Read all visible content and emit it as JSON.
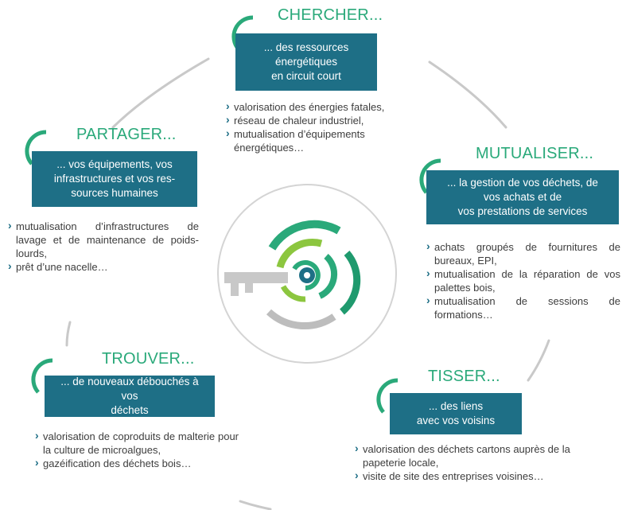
{
  "colors": {
    "green": "#2aa97a",
    "teal": "#1e6f86",
    "grey": "#c8c8c8"
  },
  "sections": {
    "chercher": {
      "title": "CHERCHER...",
      "box_lines": [
        "... des ressources",
        "énergétiques",
        "en circuit court"
      ],
      "items": [
        "valorisation des énergies fatales,",
        "réseau de chaleur industriel,",
        "mutualisation d’équipements énergétiques…"
      ]
    },
    "partager": {
      "title": "PARTAGER...",
      "box_lines": [
        "... vos équipements, vos",
        "infrastructures et vos res-",
        "sources humaines"
      ],
      "items": [
        "mutualisation d’infrastructures de lavage et de maintenance de poids-lourds,",
        "prêt d’une nacelle…"
      ]
    },
    "mutualiser": {
      "title": "MUTUALISER...",
      "box_lines": [
        "... la gestion de vos déchets, de",
        "vos achats et de",
        "vos prestations de services"
      ],
      "items": [
        "achats groupés de fournitures de bureaux, EPI,",
        "mutualisation de la réparation de vos palettes bois,",
        "mutualisation de sessions de formations…"
      ]
    },
    "trouver": {
      "title": "TROUVER...",
      "box_lines": [
        "... de nouveaux débouchés à vos",
        "déchets"
      ],
      "items": [
        "valorisation de coproduits de malterie pour la culture de microalgues,",
        "gazéification des déchets bois…"
      ]
    },
    "tisser": {
      "title": "TISSER...",
      "box_lines": [
        "... des liens",
        "avec vos voisins"
      ],
      "items": [
        "valorisation des déchets cartons auprès de la papeterie locale,",
        "visite de site des entreprises voisines…"
      ]
    }
  },
  "icons": [
    "center-logo-icon",
    "green-arc-icon"
  ]
}
